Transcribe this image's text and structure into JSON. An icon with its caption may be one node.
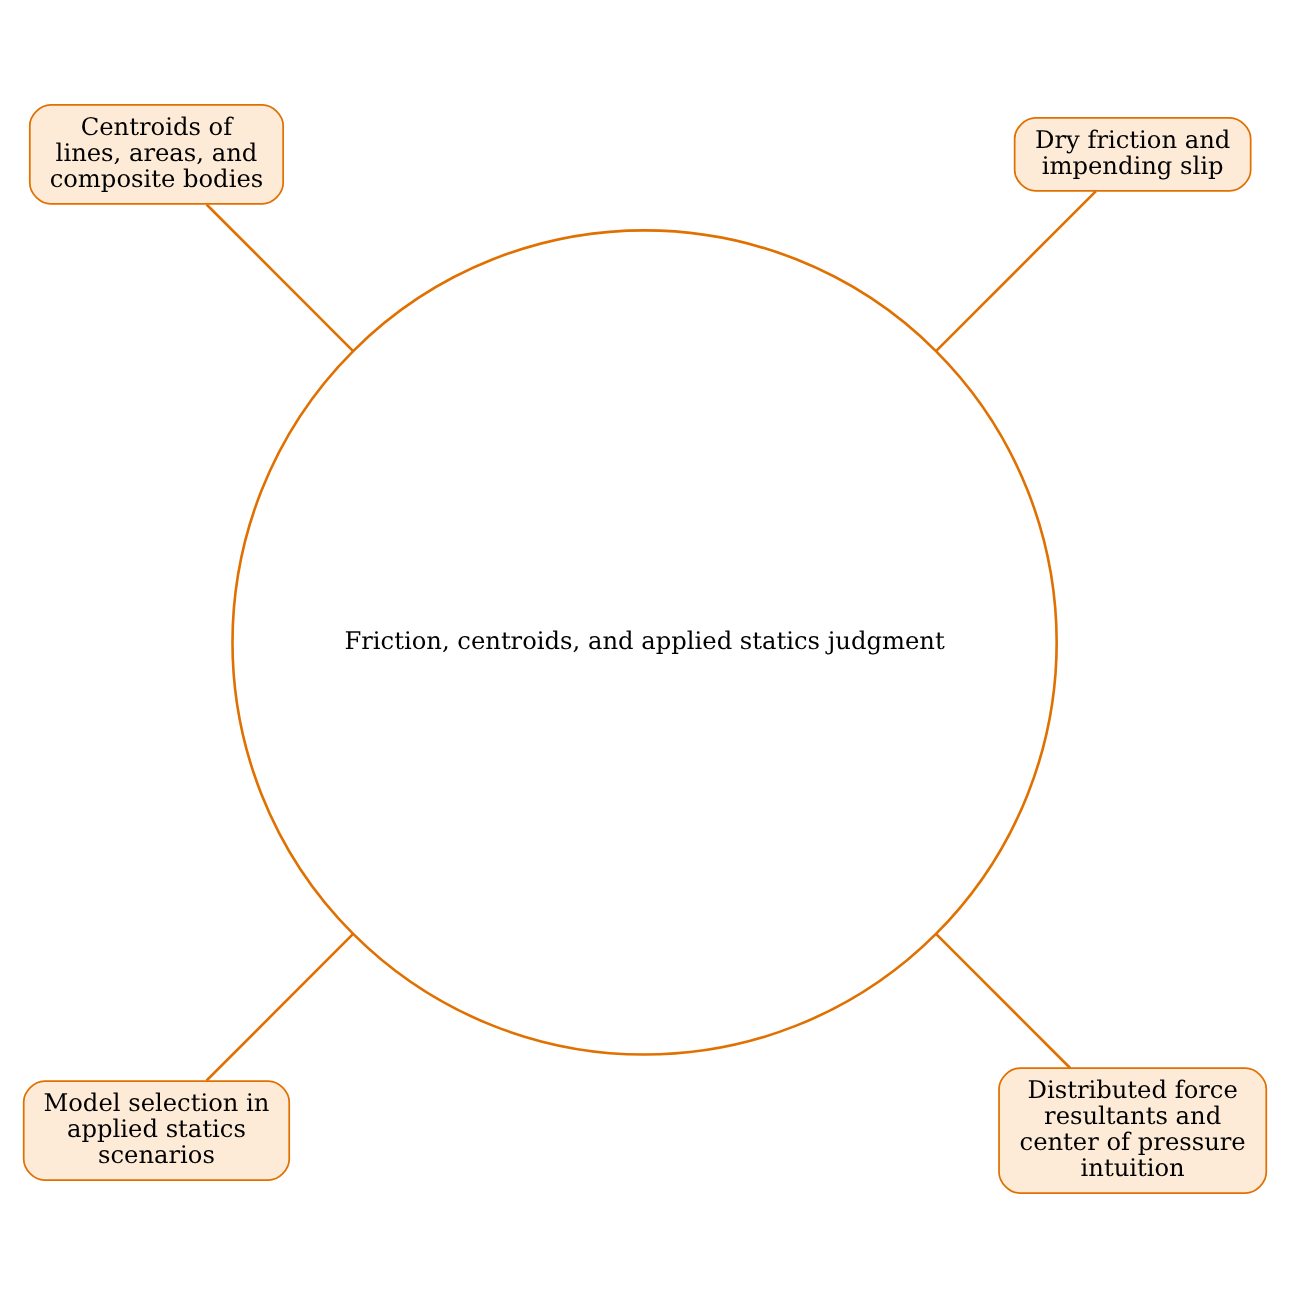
{
  "diagram": {
    "nodes": [
      {
        "text": [
          "Friction, centroids, and applied statics judgment"
        ]
      },
      {
        "text": [
          "Dry friction and impending slip"
        ]
      },
      {
        "text": [
          "Centroids of lines, areas, and composite bodies"
        ]
      },
      {
        "text": [
          "Model selection in applied statics scenarios"
        ]
      },
      {
        "text": [
          "Distributed force resultants and center of pressure intuition"
        ]
      }
    ],
    "edges": [
      {
        "from": 0,
        "to": 1,
        "arrow": "none"
      },
      {
        "from": 0,
        "to": 2,
        "arrow": "none"
      },
      {
        "from": 0,
        "to": 3,
        "arrow": "none"
      },
      {
        "from": 0,
        "to": 4,
        "arrow": "none"
      }
    ]
  }
}
